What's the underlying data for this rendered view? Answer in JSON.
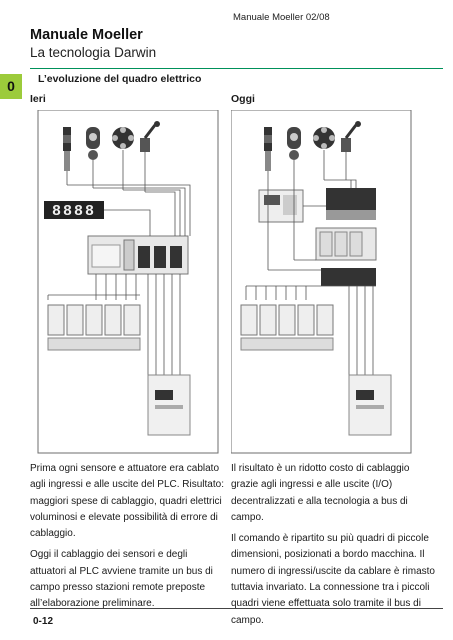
{
  "header": {
    "running_head": "Manuale Moeller 02/08",
    "title": "Manuale Moeller",
    "subtitle": "La tecnologia Darwin",
    "chapter_tab": "0",
    "section_title": "L’evoluzione del quadro elettrico"
  },
  "columns": {
    "left_label": "Ieri",
    "right_label": "Oggi"
  },
  "left_diagram": {
    "display_digits": "8888"
  },
  "left_text": {
    "p1": "Prima ogni sensore e attuatore era cablato agli ingressi e alle uscite del PLC. Risultato: maggiori spese di cablaggio, quadri elettrici voluminosi e elevate possibilità di errore di cablaggio.",
    "p2": "Oggi il cablaggio dei sensori e degli attuatori al PLC avviene tramite un bus di campo presso stazioni remote preposte all’elaborazione preliminare."
  },
  "right_text": {
    "p1": "Il risultato è un ridotto costo di cablaggio grazie agli ingressi e alle uscite (I/O) decentralizzati e alla tecnologia a bus di campo.",
    "p2": "Il comando è ripartito su più quadri di piccole dimensioni, posizionati a bordo macchina. Il numero di ingressi/uscite da cablare è rimasto tuttavia invariato. La connessione tra i piccoli quadri viene effettuata solo tramite il bus di campo."
  },
  "footer": {
    "page_number": "0-12"
  },
  "colors": {
    "accent_green": "#9ccb3b",
    "rule_green": "#00915a",
    "frame_gray": "#6d6d6d"
  }
}
